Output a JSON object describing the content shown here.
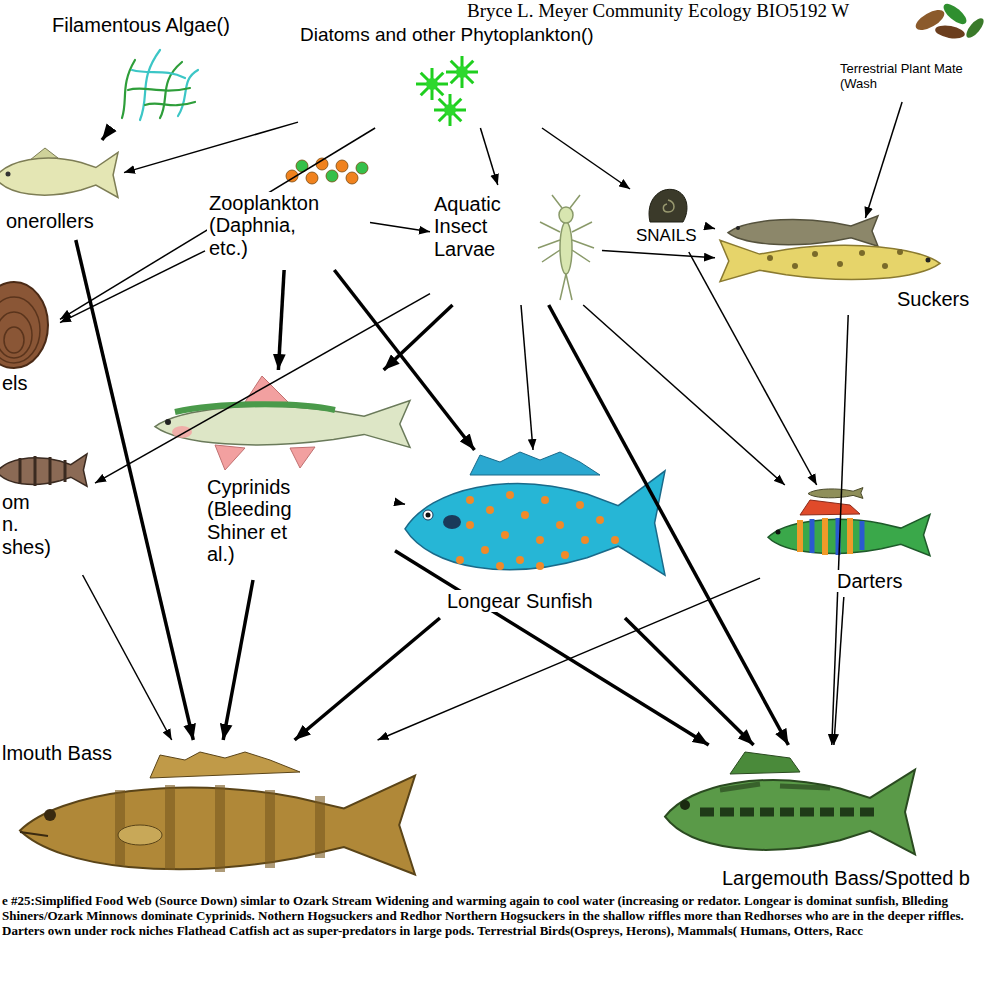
{
  "diagram": {
    "title": "Bryce L. Meyer Community Ecology BIO5192 W",
    "caption": "e #25:Simplified Food Web (Source Down) simlar to Ozark Stream Widening and warming again to cool water (increasing or redator. Longear is dominat sunfish, Blleding Shiners/Ozark Minnows dominate Cyprinids. Nothern Hogsuckers and Redhor Northern Hogsuckers in the shallow riffles more than Redhorses who are in the deeper riffles. Darters own under rock niches Flathead Catfish act as super-predators in large pods. Terrestrial Birds(Ospreys, Herons), Mammals( Humans, Otters, Racc",
    "nodes": [
      {
        "text": [
          "Filamentous Algae()"
        ]
      },
      {
        "text": [
          "Diatoms and other Phytoplankton()"
        ]
      },
      {
        "text": [
          "Terrestrial Plant Mate (Wash"
        ]
      },
      {
        "text": [
          "onerollers"
        ]
      },
      {
        "text": [
          "Zooplankton (Daphnia, etc.)"
        ]
      },
      {
        "text": [
          "Aquatic Insect Larvae"
        ]
      },
      {
        "text": [
          "SNAILS"
        ]
      },
      {
        "text": [
          "Suckers"
        ]
      },
      {
        "text": [
          "els"
        ]
      },
      {
        "text": [
          "om n. shes)"
        ]
      },
      {
        "text": [
          "Cyprinids (Bleeding Shiner et al.)"
        ]
      },
      {
        "text": [
          "Longear Sunfish"
        ]
      },
      {
        "text": [
          "Darters"
        ]
      },
      {
        "text": [
          "lmouth Bass"
        ]
      },
      {
        "text": [
          "Largemouth Bass/Spotted b"
        ]
      }
    ],
    "edges": [
      {
        "from": 0,
        "to": 3,
        "arrow": "to"
      },
      {
        "from": 1,
        "to": 3,
        "arrow": "to"
      },
      {
        "from": 1,
        "to": 5,
        "arrow": "to"
      },
      {
        "from": 1,
        "to": 6,
        "arrow": "to"
      },
      {
        "from": 1,
        "to": 8,
        "arrow": "to"
      },
      {
        "from": 4,
        "to": 8,
        "arrow": "to"
      },
      {
        "from": 4,
        "to": 5,
        "arrow": "to"
      },
      {
        "from": 4,
        "to": 10,
        "arrow": "to"
      },
      {
        "from": 4,
        "to": 11,
        "arrow": "to"
      },
      {
        "from": 5,
        "to": 10,
        "arrow": "to"
      },
      {
        "from": 5,
        "to": 11,
        "arrow": "to"
      },
      {
        "from": 5,
        "to": 7,
        "arrow": "to"
      },
      {
        "from": 5,
        "to": 12,
        "arrow": "to"
      },
      {
        "from": 5,
        "to": 14,
        "arrow": "to"
      },
      {
        "from": 5,
        "to": 9,
        "arrow": "to"
      },
      {
        "from": 6,
        "to": 7,
        "arrow": "to"
      },
      {
        "from": 6,
        "to": 12,
        "arrow": "to"
      },
      {
        "from": 2,
        "to": 7,
        "arrow": "to"
      },
      {
        "from": 3,
        "to": 13,
        "arrow": "to"
      },
      {
        "from": 10,
        "to": 11,
        "arrow": "to"
      },
      {
        "from": 10,
        "to": 13,
        "arrow": "to"
      },
      {
        "from": 10,
        "to": 14,
        "arrow": "to"
      },
      {
        "from": 11,
        "to": 13,
        "arrow": "to"
      },
      {
        "from": 11,
        "to": 14,
        "arrow": "to"
      },
      {
        "from": 12,
        "to": 13,
        "arrow": "to"
      },
      {
        "from": 12,
        "to": 14,
        "arrow": "to"
      },
      {
        "from": 9,
        "to": 13,
        "arrow": "to"
      },
      {
        "from": 7,
        "to": 14,
        "arrow": "to"
      }
    ]
  }
}
